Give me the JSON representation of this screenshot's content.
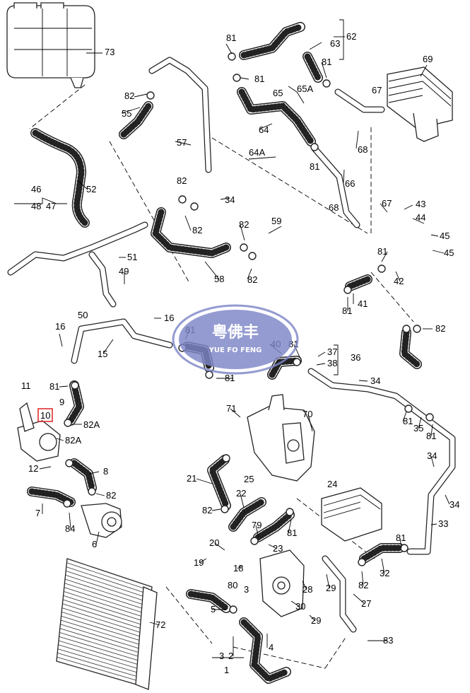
{
  "title": "",
  "watermark": {
    "cn_text": "粤佛丰",
    "en_text": "YUE FO FENG",
    "color": "#7d86c8"
  },
  "highlight": {
    "label": "10",
    "color": "#e03030"
  },
  "labels": [
    "73",
    "81",
    "62",
    "63",
    "81",
    "69",
    "82",
    "81",
    "65",
    "65A",
    "67",
    "55",
    "57",
    "64",
    "64A",
    "81",
    "68",
    "66",
    "52",
    "46",
    "48",
    "47",
    "82",
    "34",
    "59",
    "68",
    "67",
    "43",
    "44",
    "45",
    "45",
    "82",
    "82",
    "58",
    "81",
    "82",
    "51",
    "49",
    "42",
    "50",
    "16",
    "41",
    "81",
    "82",
    "16",
    "15",
    "81",
    "40",
    "81",
    "37",
    "38",
    "36",
    "81",
    "34",
    "81",
    "9",
    "82A",
    "11",
    "81",
    "35",
    "81",
    "71",
    "70",
    "82A",
    "12",
    "8",
    "82",
    "21",
    "25",
    "24",
    "34",
    "34",
    "7",
    "84",
    "6",
    "22",
    "79",
    "82",
    "81",
    "33",
    "20",
    "23",
    "19",
    "18",
    "81",
    "32",
    "82",
    "28",
    "29",
    "27",
    "80",
    "3",
    "5",
    "72",
    "30",
    "29",
    "83",
    "4",
    "3",
    "2",
    "1"
  ]
}
